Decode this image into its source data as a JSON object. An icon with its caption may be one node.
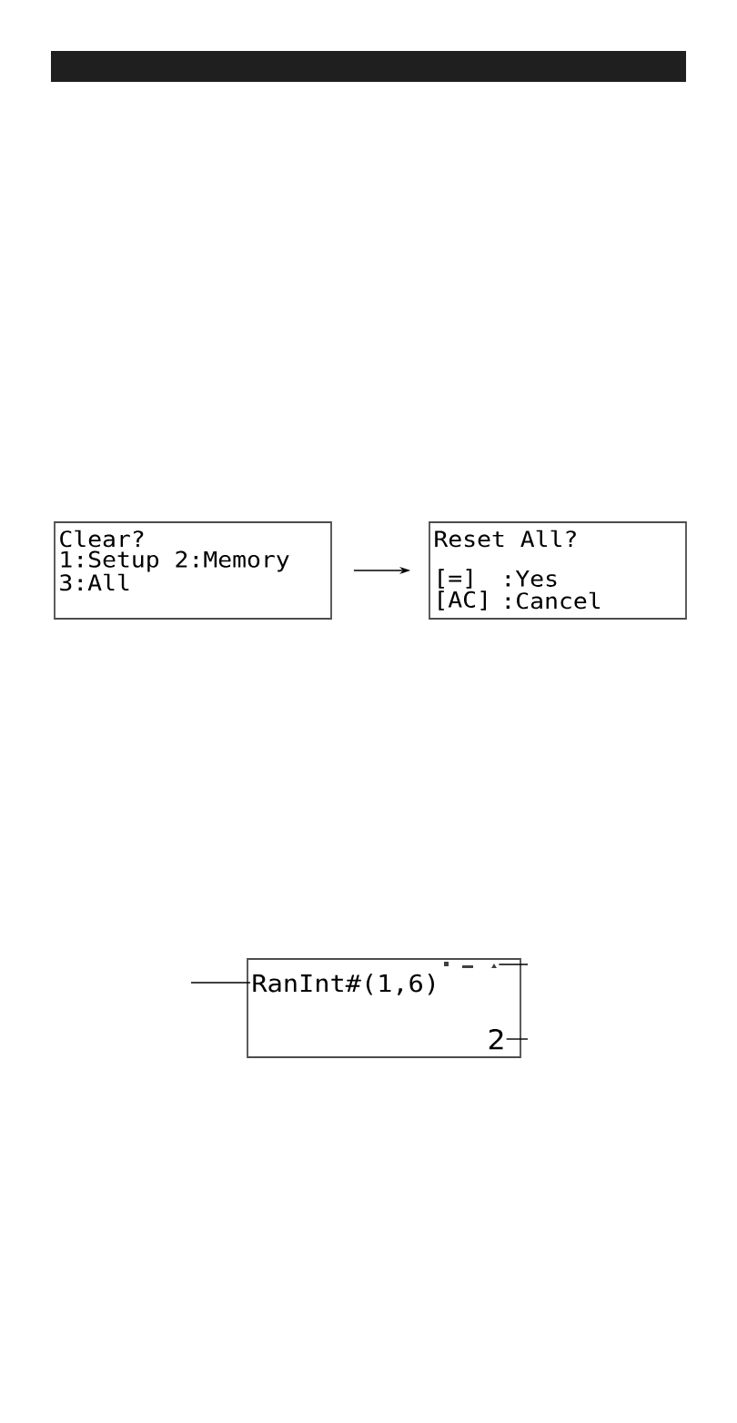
{
  "diagram": {
    "nodes": [
      {
        "text": [
          "Clear?",
          "1:Setup 2:Memory",
          "3:All"
        ]
      },
      {
        "text": [
          "Reset All?",
          "[=]",
          ":Yes",
          "[AC]",
          ":Cancel"
        ]
      },
      {
        "text": [],
        "shape": "box"
      },
      {
        "text": [
          "RanInt#(1,6)"
        ],
        "in": 2
      },
      {
        "text": [
          "2"
        ],
        "in": 2
      },
      {
        "text": [],
        "shape": "box",
        "in": 2
      }
    ],
    "edges": [
      {
        "from": 0,
        "to": 1,
        "arrow": "to"
      },
      {
        "from": null,
        "to": 3,
        "arrow": "none"
      },
      {
        "from": 5,
        "to": null,
        "arrow": "none"
      },
      {
        "from": 4,
        "to": null,
        "arrow": "none"
      }
    ]
  }
}
